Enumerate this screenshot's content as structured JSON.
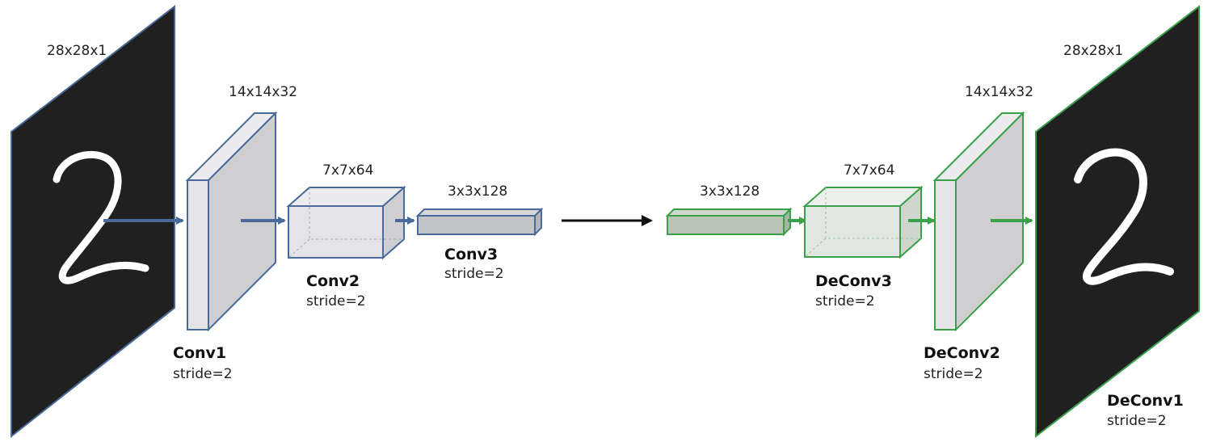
{
  "diagram": {
    "colors": {
      "encoder": "#4a6a9a",
      "decoder": "#3aa14a",
      "panel": "#202020",
      "face_front": "#e4e4e6",
      "face_side": "#cfcfd2",
      "face_top": "#ececee",
      "flat_enc": "#c2c4c7",
      "flat_dec": "#b8c4b6"
    },
    "input": {
      "dims": "28x28x1",
      "digit": "2"
    },
    "output": {
      "dims": "28x28x1",
      "digit": "2"
    },
    "encoder": {
      "conv1": {
        "dims": "14x14x32",
        "name": "Conv1",
        "stride": "stride=2"
      },
      "conv2": {
        "dims": "7x7x64",
        "name": "Conv2",
        "stride": "stride=2"
      },
      "conv3": {
        "dims": "3x3x128",
        "name": "Conv3",
        "stride": "stride=2"
      }
    },
    "decoder": {
      "deconv3": {
        "dims": "7x7x64",
        "name": "DeConv3",
        "stride": "stride=2"
      },
      "deconv2": {
        "dims": "14x14x32",
        "name": "DeConv2",
        "stride": "stride=2"
      },
      "deconv1": {
        "name": "DeConv1",
        "stride": "stride=2"
      },
      "latent": {
        "dims": "3x3x128"
      }
    }
  }
}
